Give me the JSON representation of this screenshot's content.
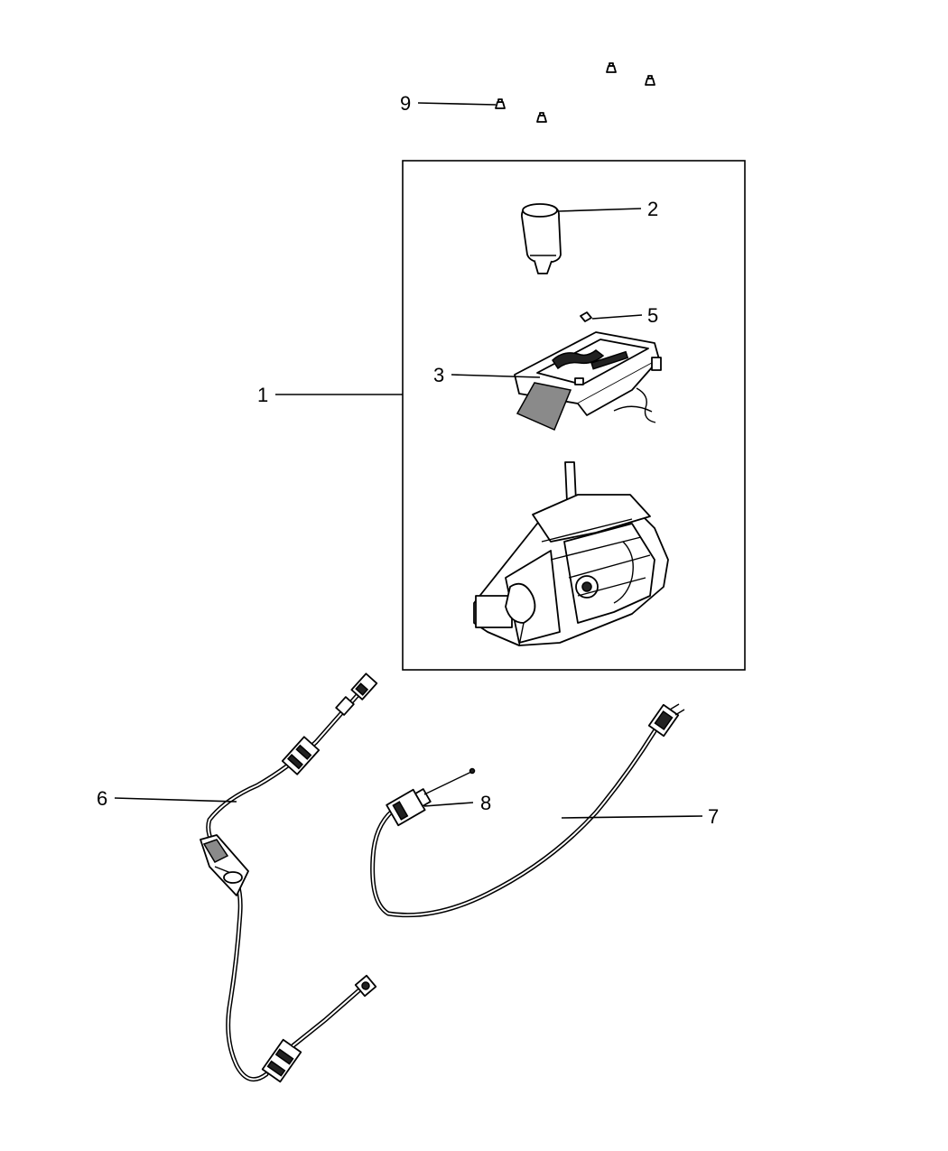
{
  "callouts": {
    "c1": "1",
    "c2": "2",
    "c3": "3",
    "c5": "5",
    "c6": "6",
    "c7": "7",
    "c8": "8",
    "c9": "9"
  }
}
